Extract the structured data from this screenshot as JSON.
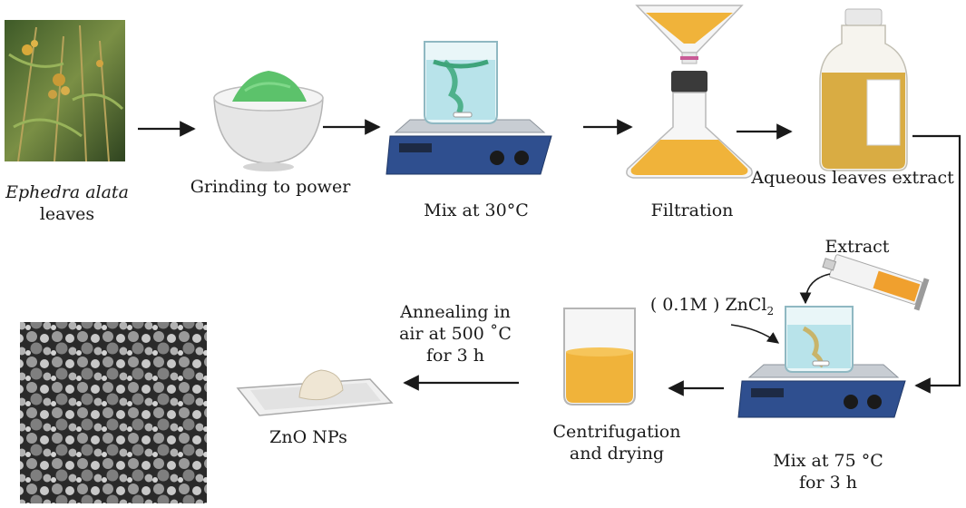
{
  "steps": {
    "leaves": {
      "name_italic": "Ephedra alata",
      "name_rest": "leaves"
    },
    "grinding": {
      "label": "Grinding to power"
    },
    "mix1": {
      "label": "Mix at 30°C"
    },
    "filtration": {
      "label": "Filtration"
    },
    "extract": {
      "label": "Aqueous leaves extract"
    },
    "mix2": {
      "line1": "Mix at 75 °C",
      "line2": "for 3 h"
    },
    "syringe": {
      "label": "Extract"
    },
    "zinc": {
      "prefix": "( 0.1M ) ZnCl",
      "subscript": "2"
    },
    "centrifuge": {
      "line1": "Centrifugation",
      "line2": "and drying"
    },
    "annealing": {
      "line1": "Annealing in",
      "line2": "air at 500 ˚C",
      "line3": "for 3 h"
    },
    "product": {
      "label": "ZnO NPs"
    }
  },
  "colors": {
    "arrow": "#1a1a1a",
    "powder_green": "#5cc26b",
    "liquid_amber": "#f0b33a",
    "liquid_blue": "#b8e3ea",
    "stirrer_blue": "#2f4f8f",
    "plant_green": "#6f8a3a"
  }
}
